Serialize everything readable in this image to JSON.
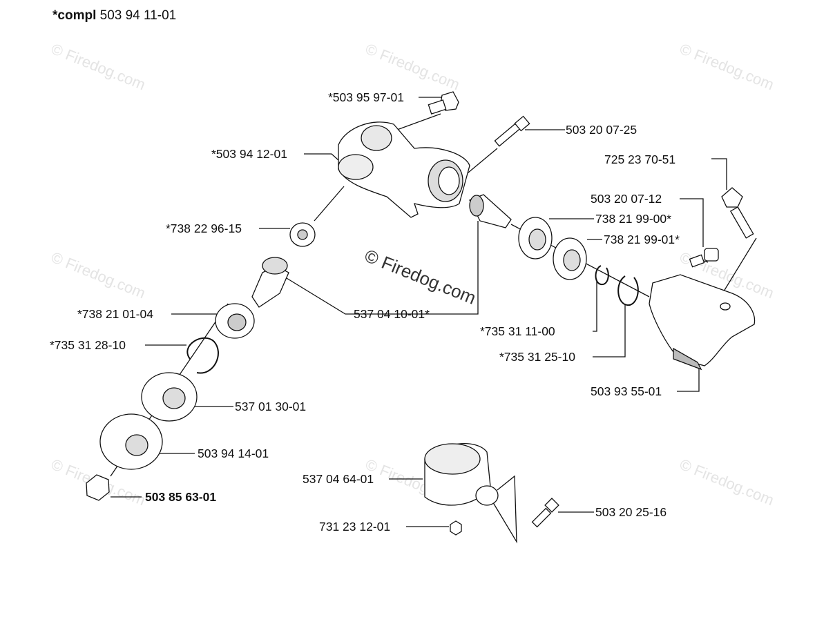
{
  "header": {
    "prefix": "*compl",
    "number": "503 94 11-01"
  },
  "watermark": "© Firedog.com",
  "parts": [
    {
      "id": "bolt-top",
      "label": "*503 95 97-01"
    },
    {
      "id": "screw-1",
      "label": "503 20 07-25"
    },
    {
      "id": "housing",
      "label": "*503 94 12-01"
    },
    {
      "id": "bolt-right",
      "label": "725 23 70-51"
    },
    {
      "id": "screw-2",
      "label": "503 20 07-12"
    },
    {
      "id": "bearing-1",
      "label": "738 21 99-00*"
    },
    {
      "id": "bearing-2",
      "label": "738 21 99-01*"
    },
    {
      "id": "bearing-small",
      "label": "*738 22 96-15"
    },
    {
      "id": "gear-pair",
      "label": "537 04 10-01*"
    },
    {
      "id": "bearing-3",
      "label": "*738 21 01-04"
    },
    {
      "id": "circlip-1",
      "label": "*735 31 11-00"
    },
    {
      "id": "circlip-2",
      "label": "*735 31 28-10"
    },
    {
      "id": "circlip-3",
      "label": "*735 31 25-10"
    },
    {
      "id": "guard",
      "label": "503 93 55-01"
    },
    {
      "id": "drive-disc",
      "label": "537 01 30-01"
    },
    {
      "id": "support-cup",
      "label": "503 94 14-01"
    },
    {
      "id": "nut",
      "label": "503 85 63-01"
    },
    {
      "id": "clamp",
      "label": "537 04 64-01"
    },
    {
      "id": "clamp-screw",
      "label": "503 20 25-16"
    },
    {
      "id": "clamp-nut",
      "label": "731 23 12-01"
    }
  ]
}
